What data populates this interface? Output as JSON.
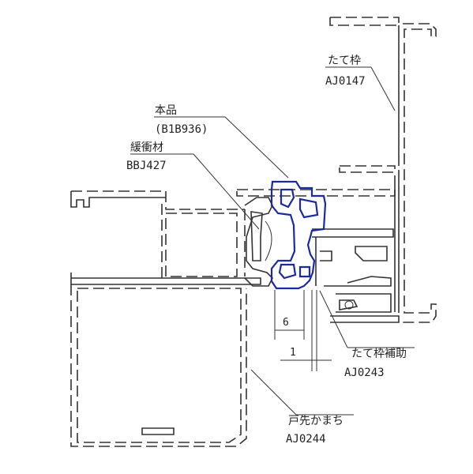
{
  "colors": {
    "line": "#333333",
    "highlight": "#1a2aa0",
    "background": "#ffffff"
  },
  "labels": {
    "frame_name": "たて枠",
    "frame_code": "AJ0147",
    "product_name": "本品",
    "product_code": "(B1B936)",
    "buffer_name": "緩衝材",
    "buffer_code": "BBJ427",
    "aux_name": "たて枠補助",
    "aux_code": "AJ0243",
    "stile_name": "戸先かまち",
    "stile_code": "AJ0244"
  },
  "dimensions": {
    "width_a": "6",
    "width_b": "1"
  }
}
